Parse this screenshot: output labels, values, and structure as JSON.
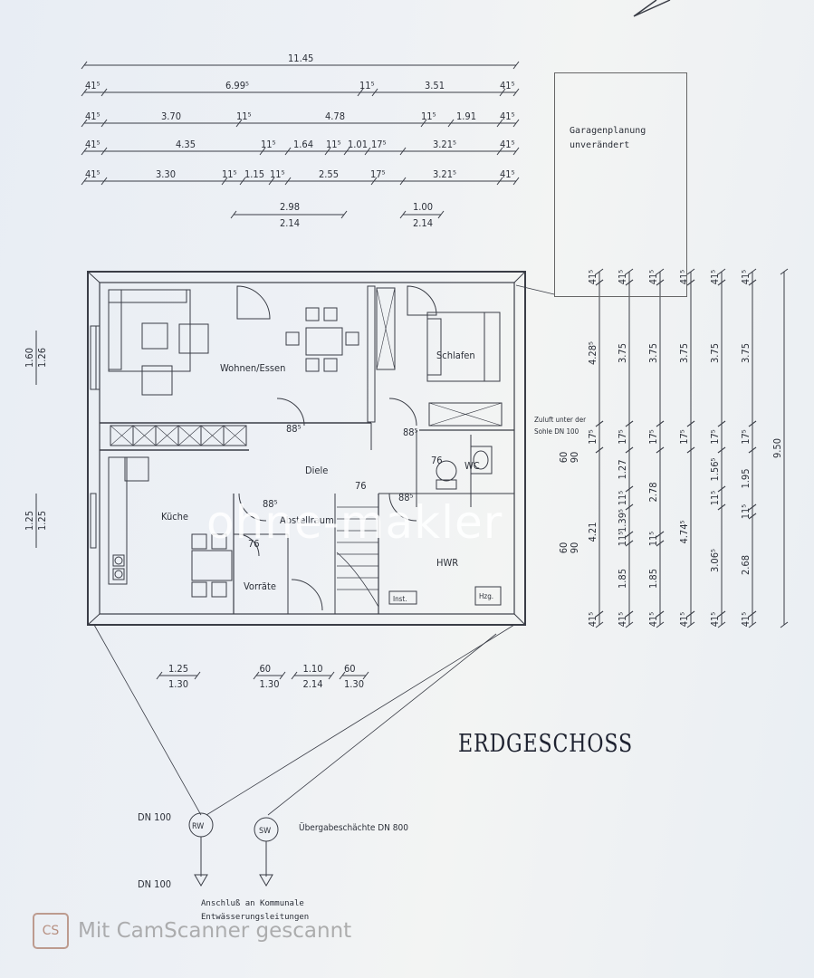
{
  "plan": {
    "title": "ERDGESCHOSS",
    "top_total": "11.45",
    "top_rows": [
      [
        "41⁵",
        "6.99⁵",
        "11⁵",
        "3.51",
        "41⁵"
      ],
      [
        "41⁵",
        "3.70",
        "11⁵",
        "4.78",
        "11⁵",
        "1.91",
        "41⁵"
      ],
      [
        "41⁵",
        "4.35",
        "11⁵",
        "1.64",
        "11⁵",
        "1.01",
        "17⁵",
        "3.21⁵",
        "41⁵"
      ],
      [
        "41⁵",
        "3.30",
        "11⁵",
        "1.15",
        "11⁵",
        "2.55",
        "17⁵",
        "3.21⁵",
        "41⁵"
      ]
    ],
    "opening_dims_top": [
      {
        "top": "2.98",
        "bottom": "2.14"
      },
      {
        "top": "1.00",
        "bottom": "2.14"
      }
    ],
    "opening_dims_bottom": [
      {
        "top": "1.25",
        "bottom": "1.30"
      },
      {
        "top": "60",
        "bottom": "1.30"
      },
      {
        "top": "1.10",
        "bottom": "2.14"
      },
      {
        "top": "60",
        "bottom": "1.30"
      }
    ],
    "left_dims": [
      {
        "top": "1.60",
        "bottom": "1.26"
      },
      {
        "top": "1.25",
        "bottom": "1.25"
      }
    ],
    "right_mid_dims": [
      {
        "top": "60",
        "bottom": "90"
      },
      {
        "top": "60",
        "bottom": "90"
      }
    ],
    "rooms": {
      "wohnen": "Wohnen/Essen",
      "schlafen": "Schlafen",
      "kueche": "Küche",
      "diele": "Diele",
      "abstellraum": "Abstellraum",
      "vorraete": "Vorräte",
      "wc": "WC",
      "hwr": "HWR",
      "inst": "Inst.",
      "hzg": "Hzg."
    },
    "door_widths": [
      "88⁵",
      "88⁵",
      "76",
      "88⁵",
      "76",
      "88⁵",
      "76"
    ],
    "garage_note": "Garagenplanung\nunverändert",
    "zuluft_note_1": "Zuluft unter der",
    "zuluft_note_2": "Sohle DN 100",
    "right_columns": [
      [
        "41⁵",
        "4.28⁵",
        "17⁵",
        "4.21",
        "41⁵"
      ],
      [
        "41⁵",
        "3.75",
        "17⁵",
        "1.27",
        "11⁵",
        "1.39⁵",
        "11⁵",
        "1.85",
        "41⁵"
      ],
      [
        "41⁵",
        "3.75",
        "17⁵",
        "2.78",
        "11⁵",
        "1.85",
        "41⁵"
      ],
      [
        "41⁵",
        "3.75",
        "17⁵",
        "4.74⁵",
        "41⁵"
      ],
      [
        "41⁵",
        "3.75",
        "17⁵",
        "1.56⁵",
        "11⁵",
        "3.06⁵",
        "41⁵"
      ],
      [
        "41⁵",
        "3.75",
        "17⁵",
        "1.95",
        "11⁵",
        "2.68",
        "41⁵"
      ]
    ],
    "right_total": "9.50",
    "dn100_top": "DN 100",
    "dn100_bottom": "DN 100",
    "rw": "RW",
    "sw": "SW",
    "uebergabe": "Übergabeschächte DN 800",
    "anschluss_1": "Anschluß an Kommunale",
    "anschluss_2": "Entwässerungsleitungen"
  },
  "watermark": "ohne-makler",
  "scanner": {
    "logo": "CS",
    "text": "Mit CamScanner gescannt"
  },
  "colors": {
    "line": "#3a3d46",
    "paper": "#eef1f5"
  }
}
